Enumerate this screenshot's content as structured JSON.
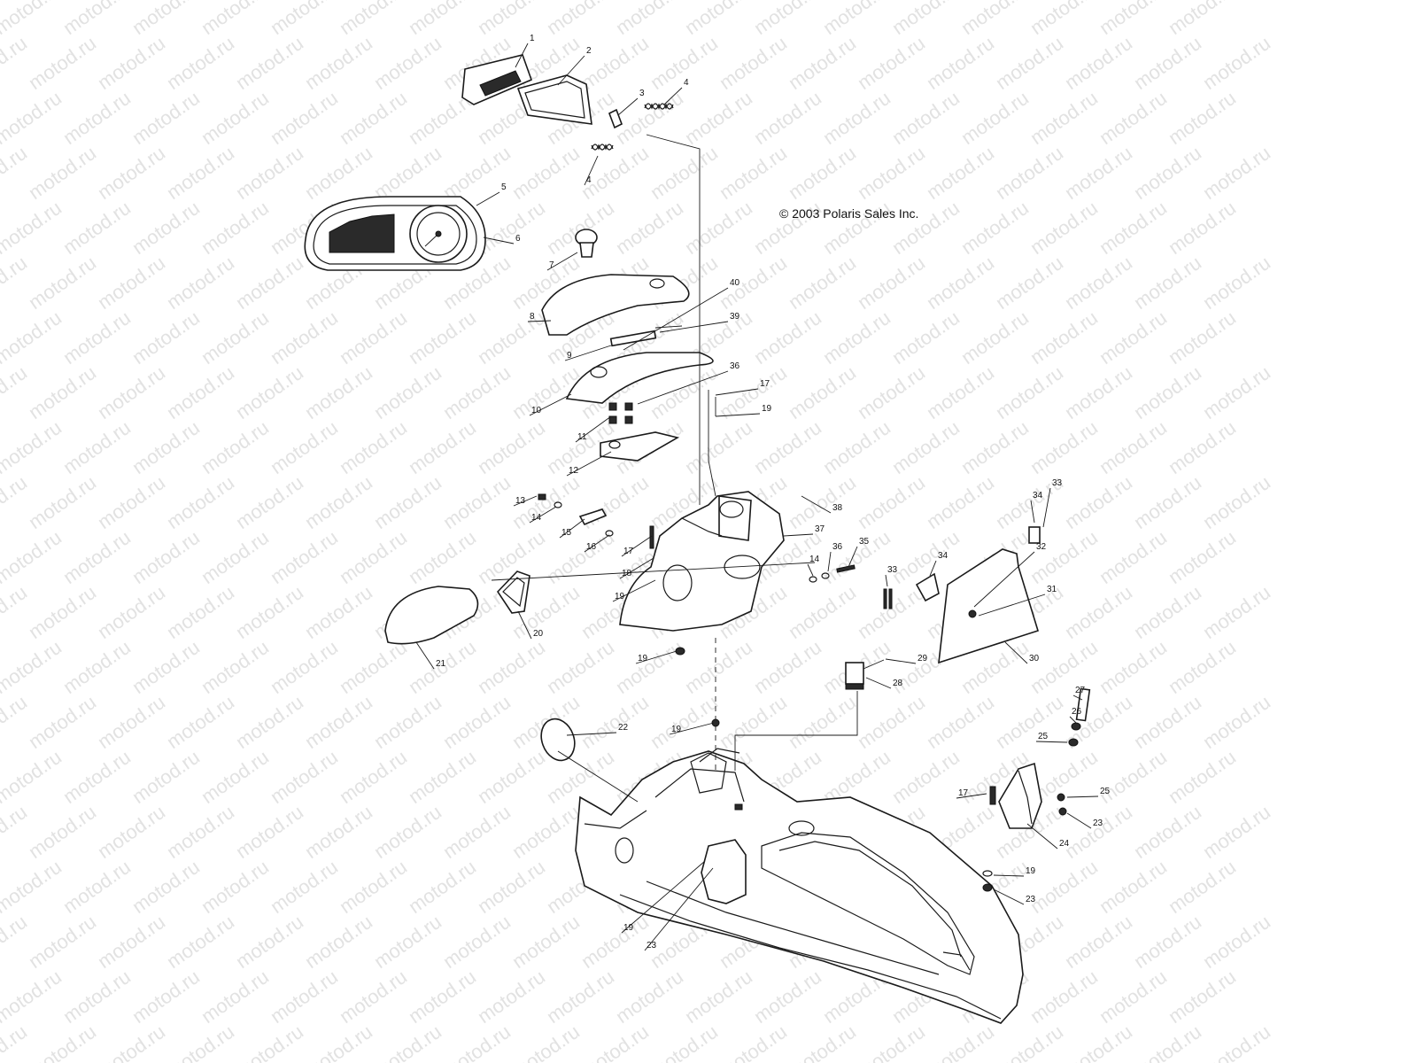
{
  "watermark": "motod.ru",
  "copyright": "© 2003 Polaris Sales Inc.",
  "callouts": [
    {
      "id": "c1",
      "label": "1"
    },
    {
      "id": "c2",
      "label": "2"
    },
    {
      "id": "c3",
      "label": "3"
    },
    {
      "id": "c4a",
      "label": "4"
    },
    {
      "id": "c4b",
      "label": "4"
    },
    {
      "id": "c5",
      "label": "5"
    },
    {
      "id": "c6",
      "label": "6"
    },
    {
      "id": "c7",
      "label": "7"
    },
    {
      "id": "c8",
      "label": "8"
    },
    {
      "id": "c9",
      "label": "9"
    },
    {
      "id": "c10",
      "label": "10"
    },
    {
      "id": "c11",
      "label": "11"
    },
    {
      "id": "c12",
      "label": "12"
    },
    {
      "id": "c13",
      "label": "13"
    },
    {
      "id": "c14a",
      "label": "14"
    },
    {
      "id": "c14b",
      "label": "14"
    },
    {
      "id": "c15",
      "label": "15"
    },
    {
      "id": "c16",
      "label": "16"
    },
    {
      "id": "c17a",
      "label": "17"
    },
    {
      "id": "c17b",
      "label": "17"
    },
    {
      "id": "c17c",
      "label": "17"
    },
    {
      "id": "c18",
      "label": "18"
    },
    {
      "id": "c19a",
      "label": "19"
    },
    {
      "id": "c19b",
      "label": "19"
    },
    {
      "id": "c19c",
      "label": "19"
    },
    {
      "id": "c19d",
      "label": "19"
    },
    {
      "id": "c19e",
      "label": "19"
    },
    {
      "id": "c19f",
      "label": "19"
    },
    {
      "id": "c20",
      "label": "20"
    },
    {
      "id": "c21",
      "label": "21"
    },
    {
      "id": "c22",
      "label": "22"
    },
    {
      "id": "c23a",
      "label": "23"
    },
    {
      "id": "c23b",
      "label": "23"
    },
    {
      "id": "c23c",
      "label": "23"
    },
    {
      "id": "c24",
      "label": "24"
    },
    {
      "id": "c25a",
      "label": "25"
    },
    {
      "id": "c25b",
      "label": "25"
    },
    {
      "id": "c26",
      "label": "26"
    },
    {
      "id": "c27",
      "label": "27"
    },
    {
      "id": "c28",
      "label": "28"
    },
    {
      "id": "c29",
      "label": "29"
    },
    {
      "id": "c30",
      "label": "30"
    },
    {
      "id": "c31",
      "label": "31"
    },
    {
      "id": "c32",
      "label": "32"
    },
    {
      "id": "c33a",
      "label": "33"
    },
    {
      "id": "c33b",
      "label": "33"
    },
    {
      "id": "c34a",
      "label": "34"
    },
    {
      "id": "c34b",
      "label": "34"
    },
    {
      "id": "c35",
      "label": "35"
    },
    {
      "id": "c36a",
      "label": "36"
    },
    {
      "id": "c36b",
      "label": "36"
    },
    {
      "id": "c37",
      "label": "37"
    },
    {
      "id": "c38",
      "label": "38"
    },
    {
      "id": "c39",
      "label": "39"
    },
    {
      "id": "c40",
      "label": "40"
    }
  ]
}
